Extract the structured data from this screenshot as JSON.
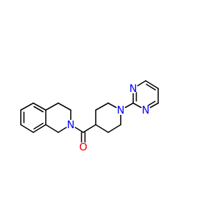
{
  "molecule": {
    "atoms": {
      "n_isoquinoline": {
        "label": "N"
      },
      "o_carbonyl": {
        "label": "O"
      },
      "n_piperidine": {
        "label": "N"
      },
      "n_pyrimidine_top": {
        "label": "N"
      },
      "n_pyrimidine_bottom": {
        "label": "N"
      }
    }
  },
  "colors": {
    "bond": "#000000",
    "nitrogen": "#0000ff",
    "oxygen": "#ff0000",
    "background": "#ffffff"
  }
}
